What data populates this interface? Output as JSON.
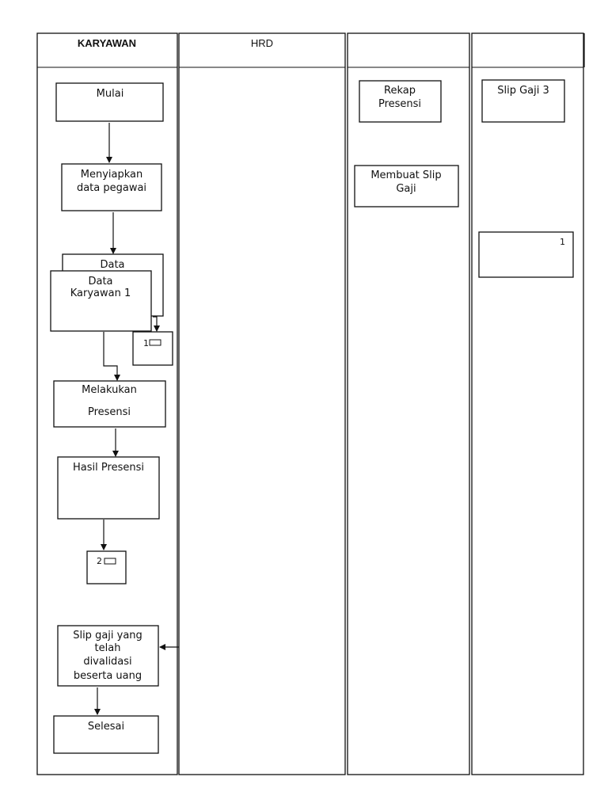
{
  "lanes": {
    "karyawan": "KARYAWAN",
    "hrd": "HRD",
    "lane3": "",
    "lane4": ""
  },
  "nodes": {
    "mulai": "Mulai",
    "menyiapkan": [
      "Menyiapkan",
      "data pegawai"
    ],
    "data_back": "Data",
    "data_front": [
      "Data",
      "Karyawan 1"
    ],
    "connector_1": "1",
    "melakukan": [
      "Melakukan",
      "Presensi"
    ],
    "hasil": "Hasil Presensi",
    "connector_2": "2",
    "slip_validasi": [
      "Slip gaji yang",
      "telah",
      "divalidasi",
      "beserta uang"
    ],
    "selesai": "Selesai",
    "rekap": [
      "Rekap",
      "Presensi"
    ],
    "membuat_slip": [
      "Membuat Slip",
      "Gaji"
    ],
    "slip_gaji_3": "Slip Gaji 3",
    "box_1": "1"
  }
}
